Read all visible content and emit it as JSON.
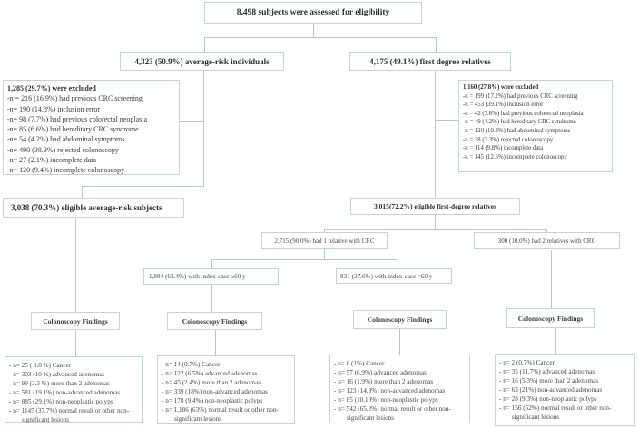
{
  "colors": {
    "line": "#b9c6cf",
    "box_border": "#c6d1d9",
    "text": "#3a3a3a"
  },
  "diagram": {
    "top": {
      "label": "8,498 subjects were assessed for eligibility"
    },
    "arm_left": {
      "label": "4,323 (50.9%) average-risk individuals"
    },
    "arm_right": {
      "label": "4,175 (49.1%) first degree relatives"
    },
    "excluded_left": {
      "title": "1,285 (29.7%) were excluded",
      "items": [
        "-n = 216 (16.9%) had previous CRC screening",
        "-n= 190 (14.8%) inclusion error",
        "-n= 98 (7.7%)  had previous colorectal neoplasia",
        "-n= 85 (6.6%) had hereditary CRC syndrome",
        "-n= 54 (4.2%) had abdominal symptoms",
        "-n= 490 (38.3%) rejected colonoscopy",
        "-n= 27 (2.1%) incomplete data",
        "-n= 120 (9.4%) incomplete colonoscopy"
      ]
    },
    "excluded_right": {
      "title": "1,160 (27.8%) were excluded",
      "items": [
        "-n = 199 (17.2%) had previous CRC screening",
        "-n = 453 (39.1%) inclusion error",
        "-n = 42 (3.6%)  had previous colorectal neoplasia",
        "-n = 49 (4.2%) had hereditary CRC syndrome",
        "-n = 120 (10.3%) had abdominal symptoms",
        "-n = 38 (3.3%) rejected colonoscopy",
        "-n = 114 (9.8%) incomplete data",
        "-n = 145 (12.5%) incomplete colonoscopy"
      ]
    },
    "eligible_left": {
      "label": "3,038 (70.3%) eligible average-risk subjects"
    },
    "eligible_right": {
      "label": "3,015(72.2%) eligible first-degree relatives"
    },
    "one_relative": {
      "label": "2,715 (90.0%) had 1 relative with CRC"
    },
    "two_relatives": {
      "label": "300 (10.0%) had 2 relatives with CRC"
    },
    "index_ge60": {
      "label": "1,884 (62.4%) with index-case ≥60 y"
    },
    "index_lt60": {
      "label": "831 (27.6%) with index-case <60 y"
    },
    "findings_label": "Colonoscopy Findings",
    "findings_avg_risk": {
      "items": [
        "- n=  25 ( 0.8 %) Cancer",
        "- n=  303 (10 %) advanced adenomas",
        "- n=  99 (3.3 %) more than 2 adenomas",
        "- n=  581 (19.1%) non-advanced adenomas",
        "- n=  885 (29.1%) non-neoplastic polyps",
        "- n=  1145 (37.7%) normal result or other non-significant lesions"
      ]
    },
    "findings_ge60": {
      "items": [
        "- n=  14 (0.7%) Cancer",
        "- n=  122 (6.5%) advanced adenomas",
        "- n=  45 (2.4%) more than 2 adenomas",
        "- n=  339 (18%) non-advanced adenomas",
        "- n=  178 (9.4%) non-neoplastic polyps",
        "- n=  1,186 (63%) normal result or other non-significant lesions"
      ]
    },
    "findings_lt60": {
      "items": [
        "- n= 8 (1%) Cancer",
        "- n=  57 (6.9%) advanced adenomas",
        "- n= 16 (1.9%) more than 2 adenomas",
        "- n=  123 (14.8%) non-advanced adenomas",
        "- n=  85 (10.10%) non-neoplastic polyps",
        "- n= 542 (65.2%) normal result or other non-significant lesions"
      ]
    },
    "findings_two_relatives": {
      "items": [
        "- n=  2 (0.7%) Cancer",
        "- n=  35 (11.7%) advanced adenomas",
        "- n=  16 (5.3%) more than 2 adenomas",
        "- n=  63 (21%) non-advanced adenomas",
        "- n=  28 (9.3%) non-neoplastic polyps",
        "- n=  156 (52%) normal result or other non-significant lesions"
      ]
    }
  }
}
